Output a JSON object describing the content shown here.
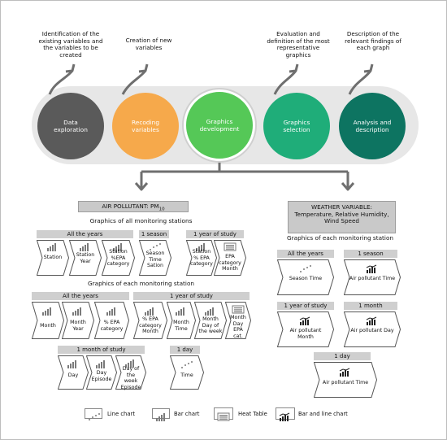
{
  "steps": [
    {
      "label": "Data exploration",
      "top_text": "Identification of the existing variables and the variables to be created",
      "color": "#5a5a5a"
    },
    {
      "label": "Recoding variables",
      "top_text": "Creation of new variables",
      "color": "#f6a94b"
    },
    {
      "label": "Graphics development",
      "top_text": "",
      "color": "#55c857"
    },
    {
      "label": "Graphics selection",
      "top_text": "Evaluation and definition of the most representative graphics",
      "color": "#1fad79"
    },
    {
      "label": "Analysis and description",
      "top_text": "Description of the relevant findings of each graph",
      "color": "#0d7461"
    }
  ],
  "air": {
    "header_main": "AIR POLLUTANT: PM",
    "header_sub": "10",
    "section1_title": "Graphics of all monitoring stations",
    "section2_title": "Graphics of each monitoring station",
    "groups": {
      "all_years_1": "All the years",
      "season_1": "1 season",
      "year_1": "1 year of study",
      "all_years_2": "All the years",
      "year_2": "1 year of study",
      "month": "1 month of study",
      "day": "1 day"
    },
    "items": {
      "s1_a": "Station",
      "s1_b": "Station Year",
      "s1_c": "Station %EPA category",
      "s1_d": "Season Time Sation",
      "s1_e": "Station % EPA category",
      "s1_f": "EPA category Month",
      "s2_a": "Month",
      "s2_b": "Month Year",
      "s2_c": "% EPA category",
      "s2_d": "% EPA category Month",
      "s2_e": "Month Time",
      "s2_f": "Month Day of the week",
      "s2_g": "Month Day EPA cat.",
      "s3_a": "Day",
      "s3_b": "Day Episode",
      "s3_c": "Day of the week Episode",
      "s3_d": "Time"
    }
  },
  "weather": {
    "header": "WEATHER VARIABLE: Temperature, Relative Humidity, Wind Speed",
    "section_title": "Graphics of each monitoring station",
    "groups": {
      "all_years": "All the years",
      "season": "1 season",
      "year": "1 year of study",
      "month": "1 month",
      "day": "1 day"
    },
    "items": {
      "w_a": "Season Time",
      "w_b": "Air pollutant Time",
      "w_c": "Air pollutant Month",
      "w_d": "Air pollutant Day",
      "w_e": "Air pollutant Time"
    }
  },
  "legend": {
    "line": "Line chart",
    "bar": "Bar chart",
    "heat": "Heat Table",
    "barline": "Bar and line chart"
  },
  "colors": {
    "arrow": "#6f6f6f",
    "header_bg": "#c9c9c9",
    "chevron_stroke": "#555555",
    "icon": "#7a7a7a"
  }
}
